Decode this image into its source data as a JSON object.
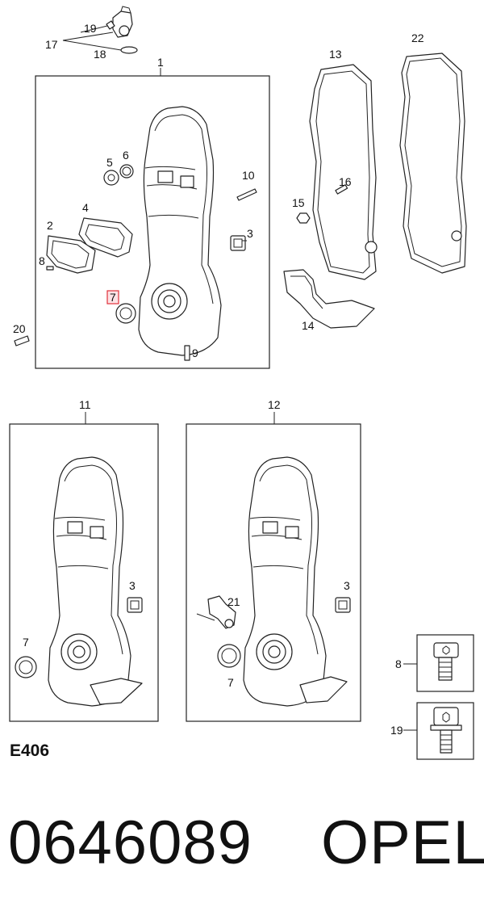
{
  "callouts": {
    "c1": "1",
    "c2": "2",
    "c3": "3",
    "c3b": "3",
    "c3c": "3",
    "c4": "4",
    "c5": "5",
    "c6": "6",
    "c7": "7",
    "c7b": "7",
    "c7c": "7",
    "c8": "8",
    "c8b": "8",
    "c9": "9",
    "c10": "10",
    "c11": "11",
    "c12": "12",
    "c13": "13",
    "c14": "14",
    "c15": "15",
    "c16": "16",
    "c17": "17",
    "c18": "18",
    "c19": "19",
    "c19b": "19",
    "c20": "20",
    "c21": "21",
    "c22": "22"
  },
  "highlighted_callout": "7",
  "highlight_color": "#e0303a",
  "diagram_code": "E406",
  "part_number": "0646089",
  "brand": "OPEL"
}
